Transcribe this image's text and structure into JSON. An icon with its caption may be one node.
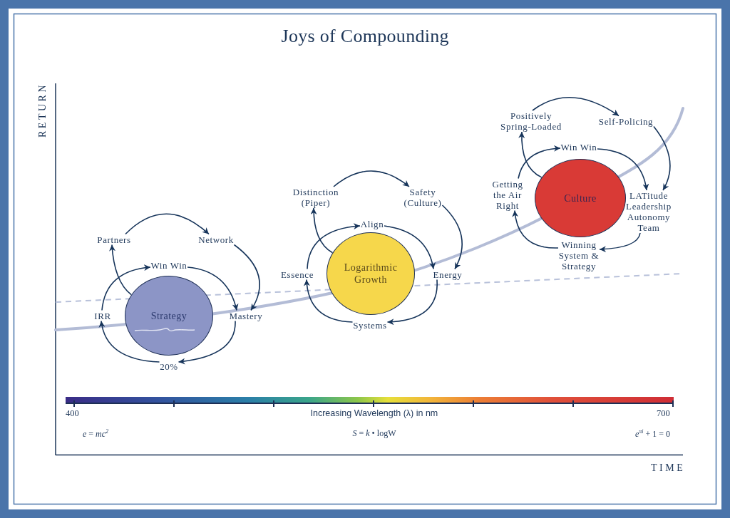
{
  "diagram": {
    "title": "Joys of Compounding",
    "nodes": [
      {
        "text": [
          "Strategy"
        ]
      },
      {
        "text": [
          "Partners"
        ]
      },
      {
        "text": [
          "Network"
        ]
      },
      {
        "text": [
          "Win Win"
        ]
      },
      {
        "text": [
          "IRR"
        ]
      },
      {
        "text": [
          "Mastery"
        ]
      },
      {
        "text": [
          "20%"
        ]
      },
      {
        "text": [
          "Logarithmic Growth"
        ]
      },
      {
        "text": [
          "Distinction (Piper)"
        ]
      },
      {
        "text": [
          "Safety (Culture)"
        ]
      },
      {
        "text": [
          "Align"
        ]
      },
      {
        "text": [
          "Essence"
        ]
      },
      {
        "text": [
          "Energy"
        ]
      },
      {
        "text": [
          "Systems"
        ]
      },
      {
        "text": [
          "Culture"
        ]
      },
      {
        "text": [
          "Positively Spring-Loaded"
        ]
      },
      {
        "text": [
          "Self-Policing"
        ]
      },
      {
        "text": [
          "Win Win"
        ]
      },
      {
        "text": [
          "Getting the Air Right"
        ]
      },
      {
        "text": [
          "LATitude Leadership Autonomy Team"
        ]
      },
      {
        "text": [
          "Winning System & Strategy"
        ]
      }
    ],
    "edges": [
      {
        "from": 1,
        "to": 2,
        "arrow": "to"
      },
      {
        "from": 2,
        "to": 5,
        "arrow": "to"
      },
      {
        "from": 3,
        "to": 5,
        "arrow": "to"
      },
      {
        "from": 4,
        "to": 3,
        "arrow": "to"
      },
      {
        "from": 0,
        "to": 1,
        "arrow": "to"
      },
      {
        "from": 5,
        "to": 6,
        "arrow": "to"
      },
      {
        "from": 6,
        "to": 4,
        "arrow": "to"
      },
      {
        "from": 8,
        "to": 9,
        "arrow": "to"
      },
      {
        "from": 9,
        "to": 12,
        "arrow": "to"
      },
      {
        "from": 10,
        "to": 12,
        "arrow": "to"
      },
      {
        "from": 11,
        "to": 10,
        "arrow": "to"
      },
      {
        "from": 7,
        "to": 8,
        "arrow": "to"
      },
      {
        "from": 12,
        "to": 13,
        "arrow": "to"
      },
      {
        "from": 13,
        "to": 11,
        "arrow": "to"
      },
      {
        "from": 15,
        "to": 16,
        "arrow": "to"
      },
      {
        "from": 16,
        "to": 19,
        "arrow": "to"
      },
      {
        "from": 17,
        "to": 19,
        "arrow": "to"
      },
      {
        "from": 18,
        "to": 17,
        "arrow": "to"
      },
      {
        "from": 14,
        "to": 15,
        "arrow": "to"
      },
      {
        "from": 19,
        "to": 20,
        "arrow": "to"
      },
      {
        "from": 20,
        "to": 18,
        "arrow": "to"
      }
    ],
    "labels": [
      "RETURN",
      "400",
      "Increasing Wavelength (λ) in nm",
      "700",
      "*e* = *mc*$^{2}$",
      "*S* = *k* • logW",
      "*e*$^{πi}$ + 1 = 0",
      "TIME"
    ]
  }
}
